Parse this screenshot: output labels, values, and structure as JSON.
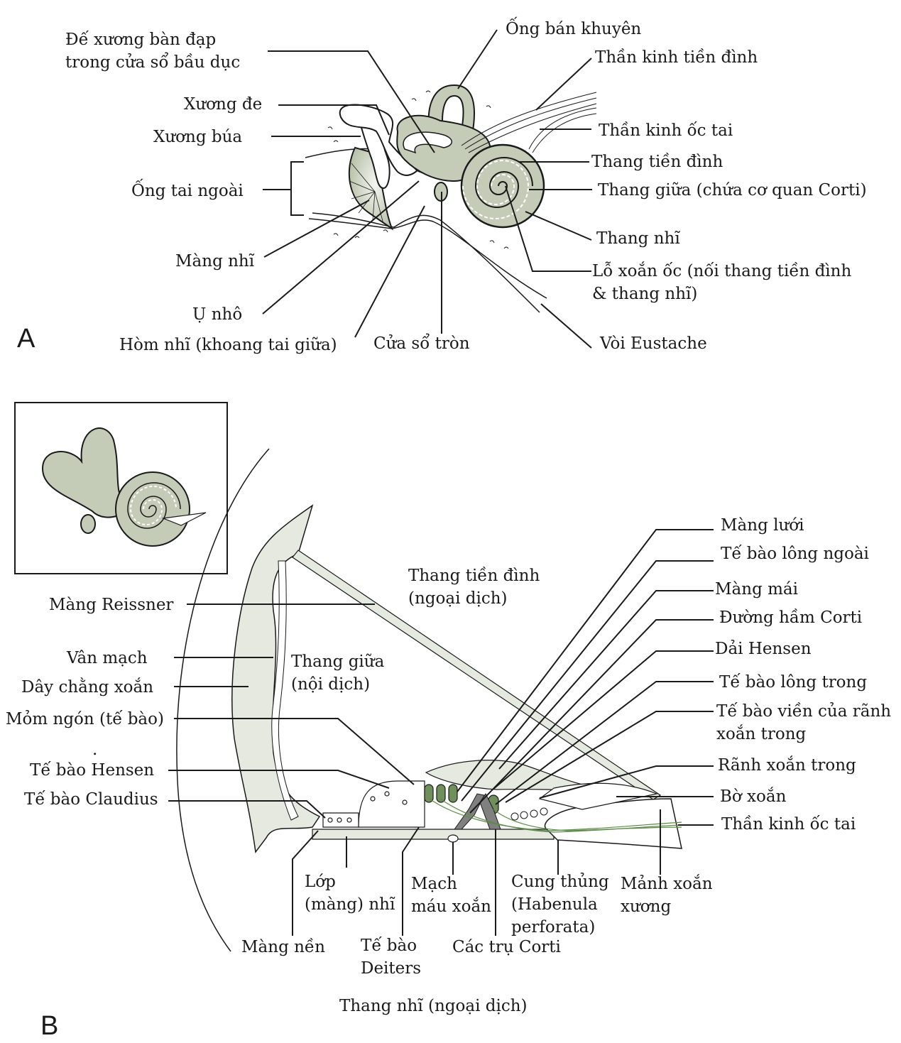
{
  "figure": {
    "panels": [
      "A",
      "B"
    ],
    "colors": {
      "tissue_green": "#c4ccb7",
      "pale_tissue": "#e6e9df",
      "hair_cell_green": "#6f8f5b",
      "nerve_green": "#5f8a4a",
      "pillar_gray": "#808080",
      "line": "#1a1a1a"
    }
  },
  "panel_a": {
    "labels": {
      "stapes_footplate": "Đế xương bàn đạp\ntrong cửa sổ bầu dục",
      "incus": "Xương đe",
      "malleus": "Xương búa",
      "external_canal": "Ống tai ngoài",
      "tympanic_membrane": "Màng nhĩ",
      "promontory": "Ụ nhô",
      "tympanic_cavity": "Hòm nhĩ (khoang tai giữa)",
      "round_window": "Cửa sổ tròn",
      "semicircular_canal": "Ống bán khuyên",
      "vestibular_nerve": "Thần kinh tiền đình",
      "cochlear_nerve": "Thần kinh ốc tai",
      "scala_vestibuli": "Thang tiền đình",
      "scala_media": "Thang giữa (chứa cơ quan Corti)",
      "scala_tympani": "Thang nhĩ",
      "helicotrema": "Lỗ xoắn ốc (nối thang tiền đình\n& thang nhĩ)",
      "eustachian_tube": "Vòi Eustache"
    }
  },
  "panel_b": {
    "regions": {
      "scala_vestibuli": "Thang tiền đình\n(ngoại dịch)",
      "scala_media": "Thang giữa\n(nội dịch)",
      "scala_tympani": "Thang nhĩ (ngoại dịch)"
    },
    "left_labels": {
      "reissner": "Màng Reissner",
      "stria_vascularis": "Vân mạch",
      "spiral_ligament": "Dây chằng xoắn",
      "phalangeal_process": "Mỏm ngón (tế bào)",
      "stray_dot": ".",
      "hensen_cells": "Tế bào Hensen",
      "claudius_cells": "Tế bào Claudius"
    },
    "right_labels": {
      "reticular_lamina": "Màng lưới",
      "outer_hair_cells": "Tế bào lông ngoài",
      "tectorial_membrane": "Màng mái",
      "tunnel_corti": "Đường hầm Corti",
      "hensen_stripe": "Dải Hensen",
      "inner_hair_cell": "Tế bào lông trong",
      "border_cells": "Tế bào viền của rãnh\nxoắn trong",
      "inner_sulcus": "Rãnh xoắn trong",
      "spiral_limbus": "Bờ xoắn",
      "cochlear_nerve": "Thần kinh ốc tai"
    },
    "bottom_labels": {
      "tympanic_layer": "Lớp\n(màng) nhĩ",
      "spiral_vessel": "Mạch\nmáu xoắn",
      "habenula": "Cung thủng\n(Habenula\nperforata)",
      "osseous_lamina": "Mảnh xoắn\nxương",
      "basilar_membrane": "Màng nền",
      "deiters_cells": "Tế bào\nDeiters",
      "pillars_corti": "Các trụ Corti"
    }
  }
}
